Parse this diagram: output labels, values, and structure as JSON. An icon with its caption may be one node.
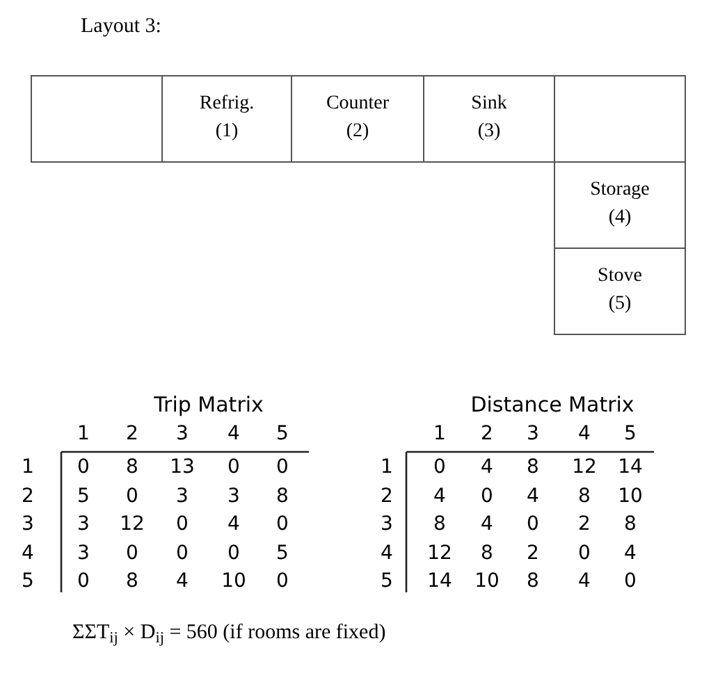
{
  "diagram": {
    "title": "Layout 3:",
    "nodes": [
      {
        "text": [],
        "shape": "box"
      },
      {
        "text": [
          "Refrig.",
          "(1)"
        ]
      },
      {
        "text": [
          "Counter",
          "(2)"
        ]
      },
      {
        "text": [
          "Sink",
          "(3)"
        ]
      },
      {
        "text": [],
        "shape": "box"
      },
      {
        "text": [
          "Storage",
          "(4)"
        ]
      },
      {
        "text": [
          "Stove",
          "(5)"
        ]
      }
    ],
    "labels": [
      "Trip Matrix",
      "Distance Matrix",
      "1",
      "2",
      "3",
      "4",
      "5",
      "1",
      "2",
      "3",
      "4",
      "5",
      "1",
      "0",
      "8",
      "13",
      "0",
      "0",
      "1",
      "0",
      "4",
      "8",
      "12",
      "14",
      "2",
      "5",
      "0",
      "3",
      "3",
      "8",
      "2",
      "4",
      "0",
      "4",
      "8",
      "10",
      "3",
      "3",
      "12",
      "0",
      "4",
      "0",
      "3",
      "8",
      "4",
      "0",
      "2",
      "8",
      "4",
      "3",
      "0",
      "0",
      "0",
      "5",
      "4",
      "12",
      "8",
      "2",
      "0",
      "4",
      "5",
      "0",
      "8",
      "4",
      "10",
      "0",
      "5",
      "14",
      "10",
      "8",
      "4",
      "0",
      "ΣΣT$_{ij}$ × D$_{ij}$ = 560 (if rooms are fixed)"
    ]
  }
}
